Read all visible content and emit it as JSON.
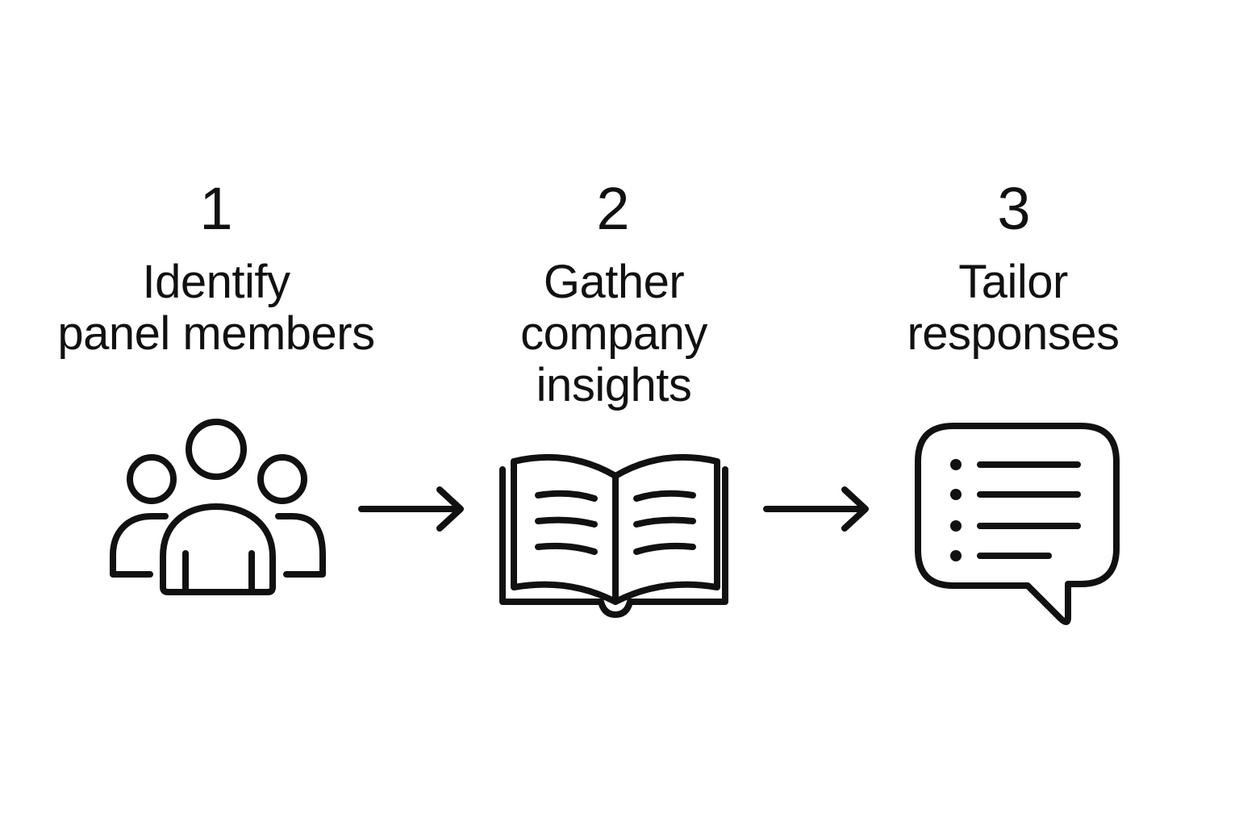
{
  "diagram": {
    "type": "process-flow",
    "steps": [
      {
        "number": "1",
        "title_lines": [
          "Identify",
          "panel members"
        ],
        "icon": "people-group-icon"
      },
      {
        "number": "2",
        "title_lines": [
          "Gather",
          "company",
          "insights"
        ],
        "icon": "open-book-icon"
      },
      {
        "number": "3",
        "title_lines": [
          "Tailor",
          "responses"
        ],
        "icon": "speech-bubble-list-icon"
      }
    ],
    "connectors": [
      {
        "from": "1",
        "to": "2",
        "icon": "arrow-right-icon"
      },
      {
        "from": "2",
        "to": "3",
        "icon": "arrow-right-icon"
      }
    ],
    "colors": {
      "foreground": "#111111",
      "background": "#ffffff"
    }
  }
}
